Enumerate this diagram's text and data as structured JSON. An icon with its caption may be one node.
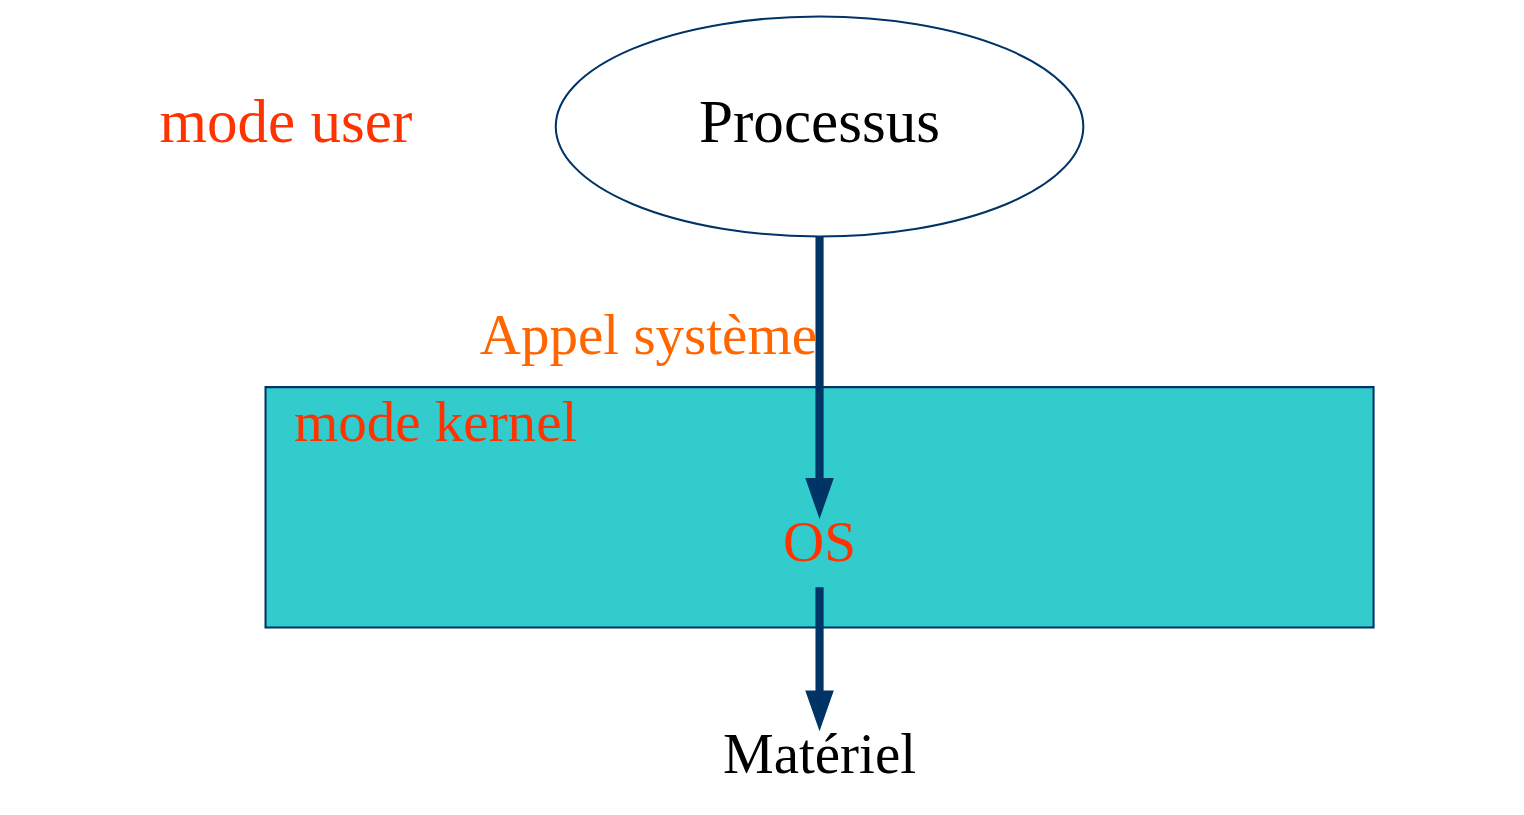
{
  "diagram": {
    "nodes": [
      {
        "text": [
          "Processus"
        ]
      },
      {
        "text": [
          "mode kernel"
        ]
      },
      {
        "text": [
          "OS"
        ],
        "in": 1
      },
      {
        "text": [
          "Matériel"
        ]
      }
    ],
    "edges": [
      {
        "from": 0,
        "to": 2,
        "arrow": "to",
        "label": "Appel système"
      },
      {
        "from": 2,
        "to": 3,
        "arrow": "to"
      }
    ],
    "labels": [
      "mode user"
    ]
  }
}
